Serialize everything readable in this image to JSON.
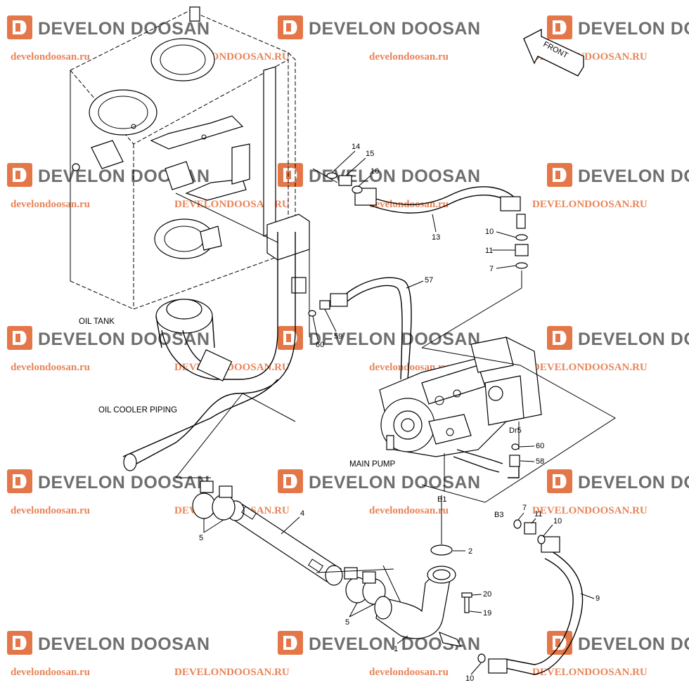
{
  "watermark": {
    "logo_text": "DEVELON DOOSAN",
    "url_lower": "develondoosan.ru",
    "url_upper": "DEVELONDOOSAN.RU",
    "logo_color": "#e0602a",
    "text_color": "#555555",
    "url_color": "#e8855a"
  },
  "direction_arrow": {
    "label": "FRONT"
  },
  "assembly_labels": {
    "oil_tank": "OIL TANK",
    "oil_cooler_piping": "OIL COOLER PIPING",
    "main_pump": "MAIN PUMP"
  },
  "port_labels": {
    "dr5": "Dr5",
    "b1": "B1",
    "b3": "B3"
  },
  "callouts": {
    "c14": "14",
    "c15": "15",
    "c10_top": "10",
    "c13": "13",
    "c10_right": "10",
    "c11_right": "11",
    "c7_right": "7",
    "c57": "57",
    "c59": "59",
    "c60_left": "60",
    "c60_pump": "60",
    "c58": "58",
    "c4": "4",
    "c5_left": "5",
    "c5_bottom": "5",
    "c2": "2",
    "c20": "20",
    "c19": "19",
    "c1": "1",
    "c10_bottom": "10",
    "c7_b3": "7",
    "c11_b3": "11",
    "c10_b3": "10",
    "c9": "9"
  }
}
